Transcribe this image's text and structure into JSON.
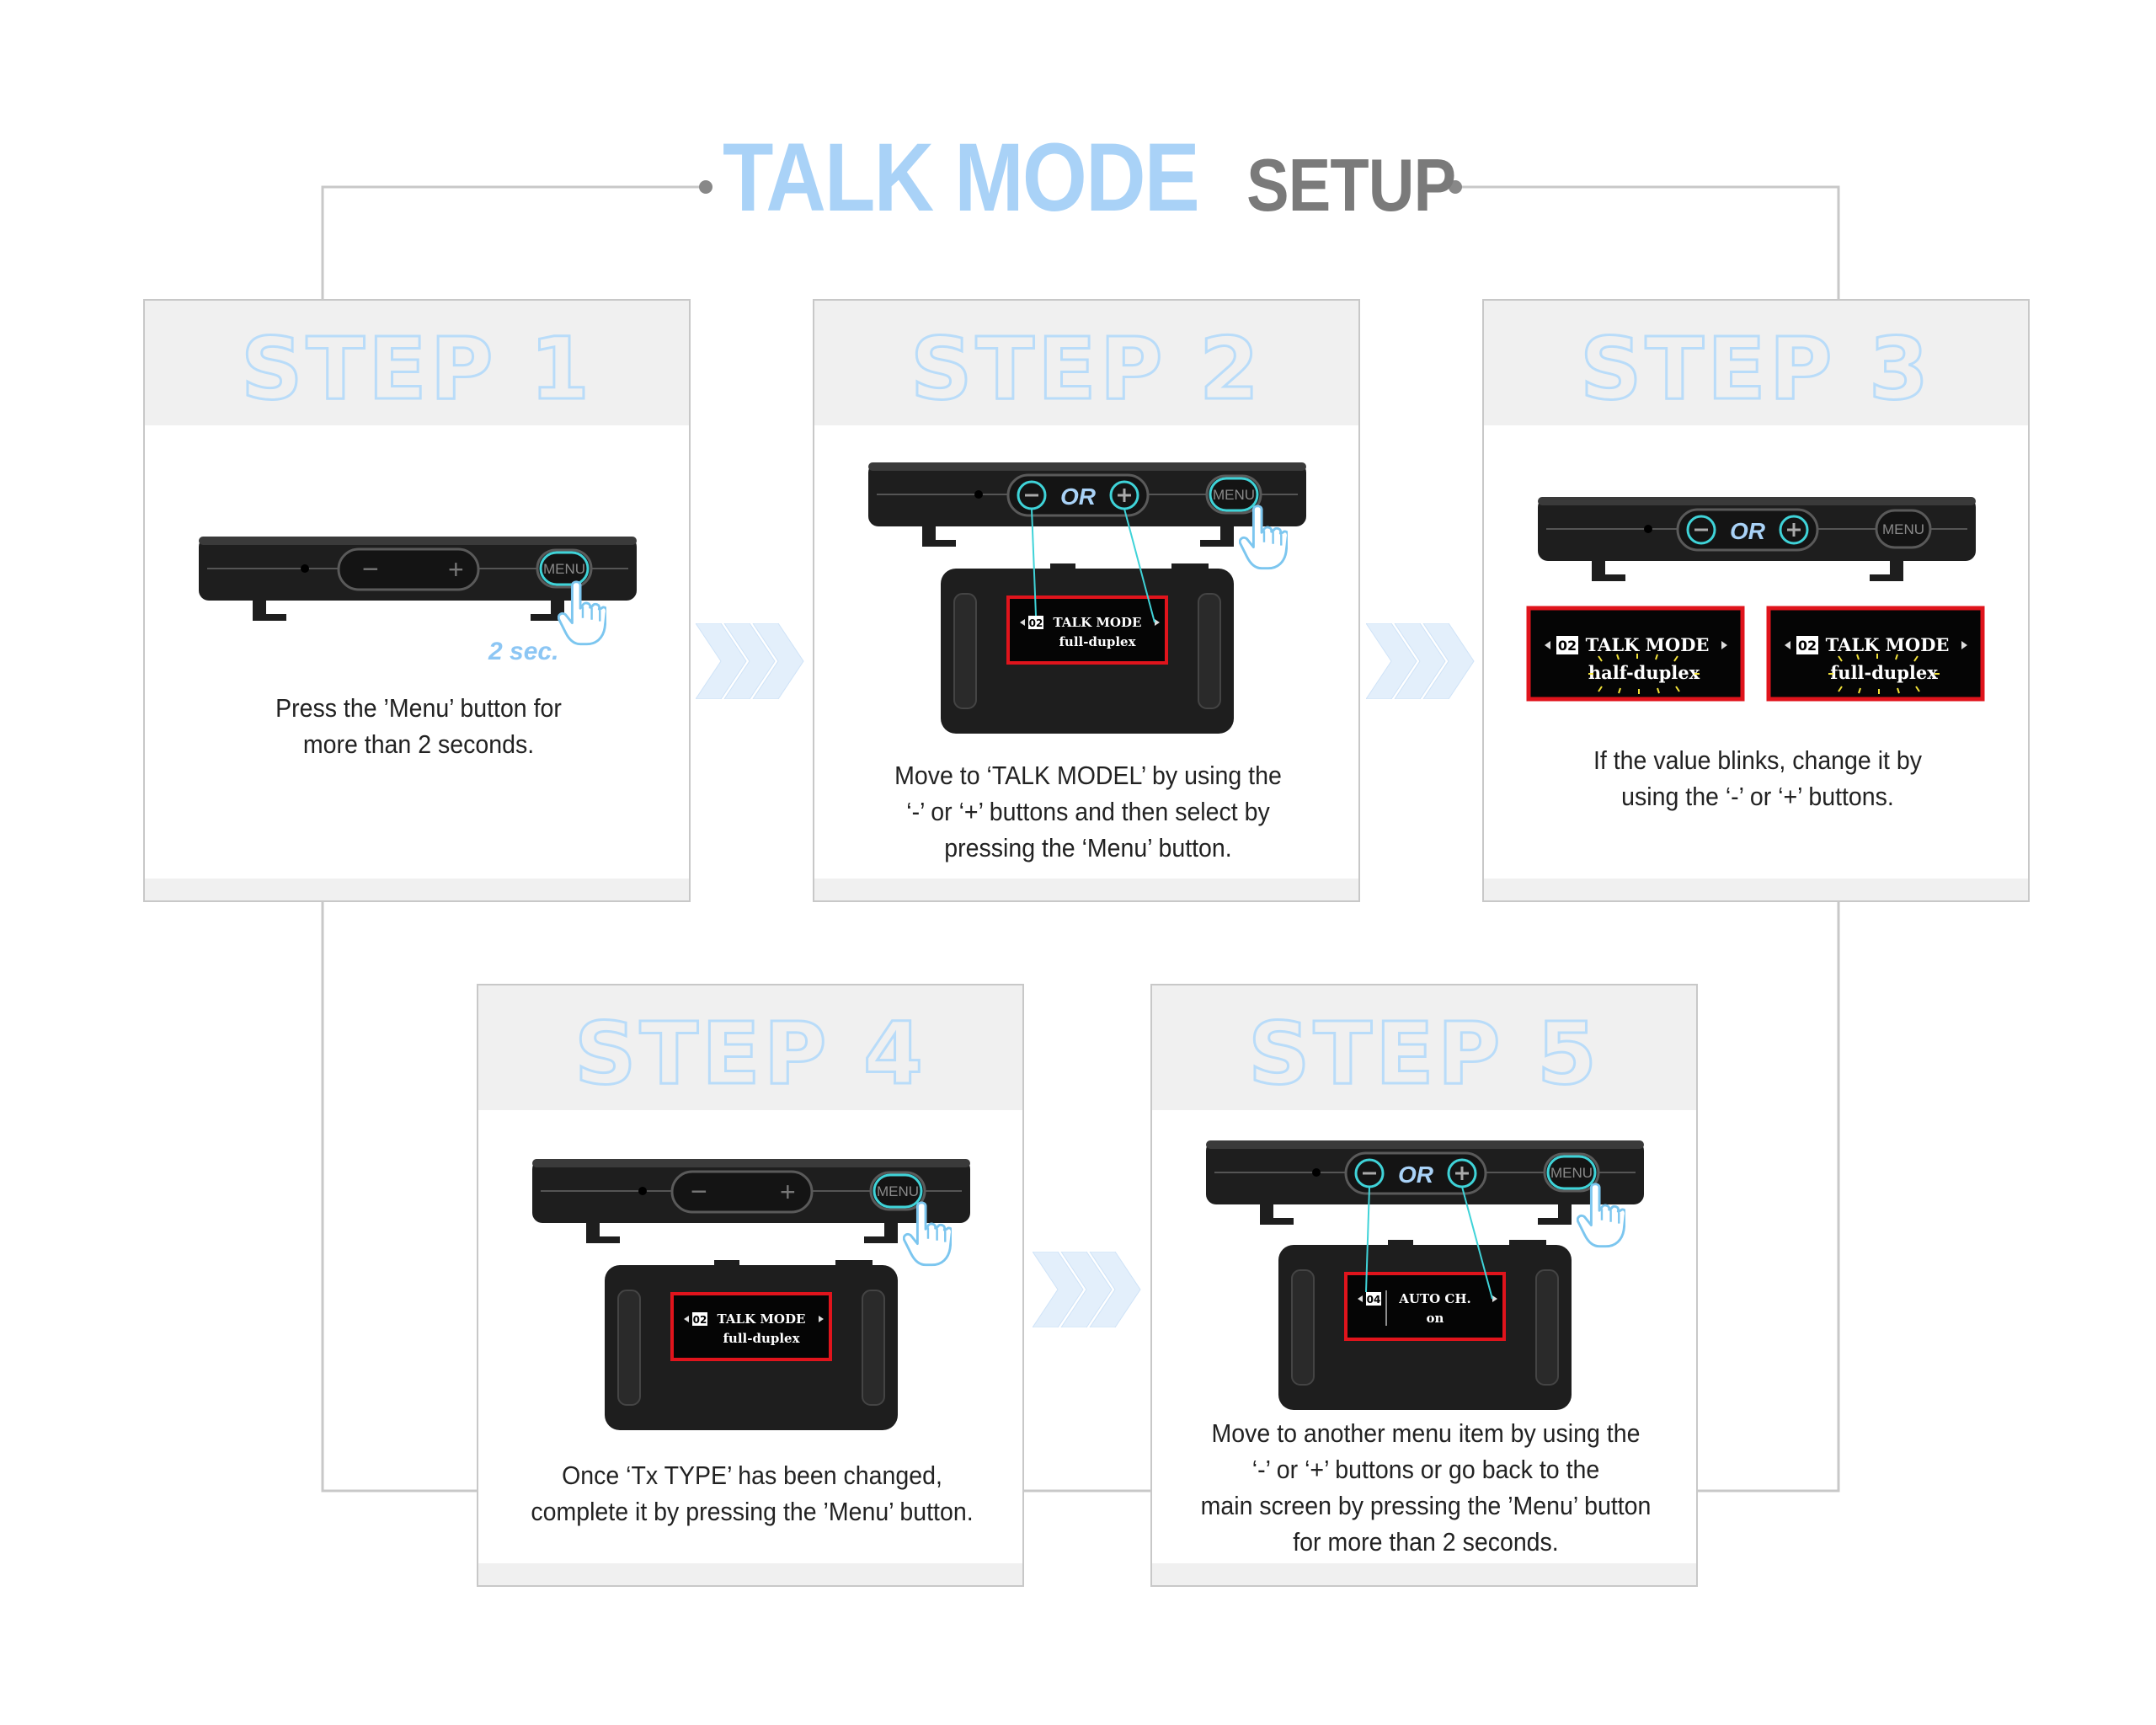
{
  "title": {
    "main": "TALK MODE",
    "suffix": "SETUP"
  },
  "colors": {
    "title_blue": "#a9d2f7",
    "title_gray": "#7a7a7a",
    "accent_cyan": "#3fd3d8",
    "highlight_red": "#e0141c",
    "device_black": "#1e1e1e"
  },
  "device": {
    "minus": "−",
    "plus": "+",
    "or": "OR",
    "menu": "MENU",
    "hold_time": "2 sec."
  },
  "steps": [
    {
      "label": "STEP 1",
      "caption": [
        "Press the ’Menu’ button for",
        "more than 2 seconds."
      ]
    },
    {
      "label": "STEP 2",
      "screen": {
        "number": "02",
        "title": "TALK MODE",
        "value": "full-duplex"
      },
      "caption": [
        "Move to ‘TALK MODEL’ by using the",
        "‘-’ or ‘+’ buttons and then select by",
        "pressing the ‘Menu’ button."
      ]
    },
    {
      "label": "STEP 3",
      "screens": [
        {
          "number": "02",
          "title": "TALK MODE",
          "value": "half-duplex"
        },
        {
          "number": "02",
          "title": "TALK MODE",
          "value": "full-duplex"
        }
      ],
      "caption": [
        "If the value blinks, change it by",
        "using the ‘-’ or ‘+’ buttons."
      ]
    },
    {
      "label": "STEP 4",
      "screen": {
        "number": "02",
        "title": "TALK MODE",
        "value": "full-duplex"
      },
      "caption": [
        "Once ‘Tx TYPE’ has been changed,",
        "complete it by pressing the ’Menu’ button."
      ]
    },
    {
      "label": "STEP 5",
      "screen": {
        "number": "04",
        "title": "AUTO CH.",
        "value": "on"
      },
      "caption": [
        "Move to another menu item by using the",
        "‘-’ or ‘+’ buttons or go back to the",
        "main screen by pressing the ’Menu’ button",
        "for more than 2 seconds."
      ]
    }
  ]
}
